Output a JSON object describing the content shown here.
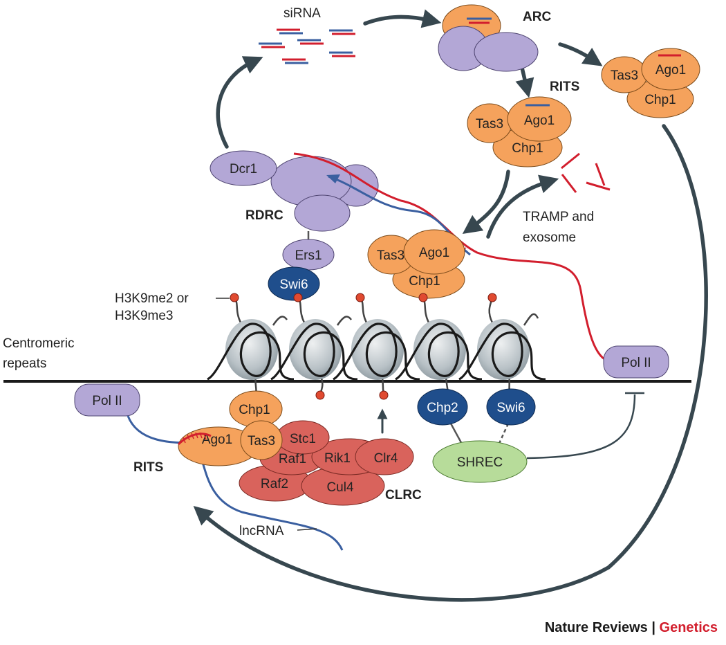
{
  "colors": {
    "orange": "#f5a25c",
    "purple": "#b3a7d6",
    "darkblue": "#1f4e8c",
    "redcomplex": "#d9635c",
    "green": "#b7dc9a",
    "rna_red": "#d21e2d",
    "rna_blue": "#3a5fa0",
    "arrow": "#37474f"
  },
  "labels": {
    "sirna": "siRNA",
    "arc": "ARC",
    "rits_top": "RITS",
    "rits_bottom": "RITS",
    "rdrc": "RDRC",
    "clrc": "CLRC",
    "tramp_line1": "TRAMP and",
    "tramp_line2": "exosome",
    "h3k9_line1": "H3K9me2 or",
    "h3k9_line2": "H3K9me3",
    "centromeric_line1": "Centromeric",
    "centromeric_line2": "repeats",
    "lncrna": "lncRNA"
  },
  "proteins": {
    "arc_tas3": "Tas3",
    "arc_ago1": "Ago1",
    "arc_chp1": "Chp1",
    "rits_top_tas3": "Tas3",
    "rits_top_ago1": "Ago1",
    "rits_top_chp1": "Chp1",
    "dcr1": "Dcr1",
    "ers1": "Ers1",
    "swi6_top": "Swi6",
    "mid_tas3": "Tas3",
    "mid_ago1": "Ago1",
    "mid_chp1": "Chp1",
    "pol2_right": "Pol II",
    "pol2_left": "Pol II",
    "bot_chp1": "Chp1",
    "bot_ago1": "Ago1",
    "bot_tas3": "Tas3",
    "stc1": "Stc1",
    "raf1": "Raf1",
    "rik1": "Rik1",
    "clr4": "Clr4",
    "raf2": "Raf2",
    "cul4": "Cul4",
    "chp2": "Chp2",
    "swi6_bottom": "Swi6",
    "shrec": "SHREC"
  },
  "footer": {
    "journal": "Nature Reviews",
    "separator": " | ",
    "section": "Genetics"
  }
}
